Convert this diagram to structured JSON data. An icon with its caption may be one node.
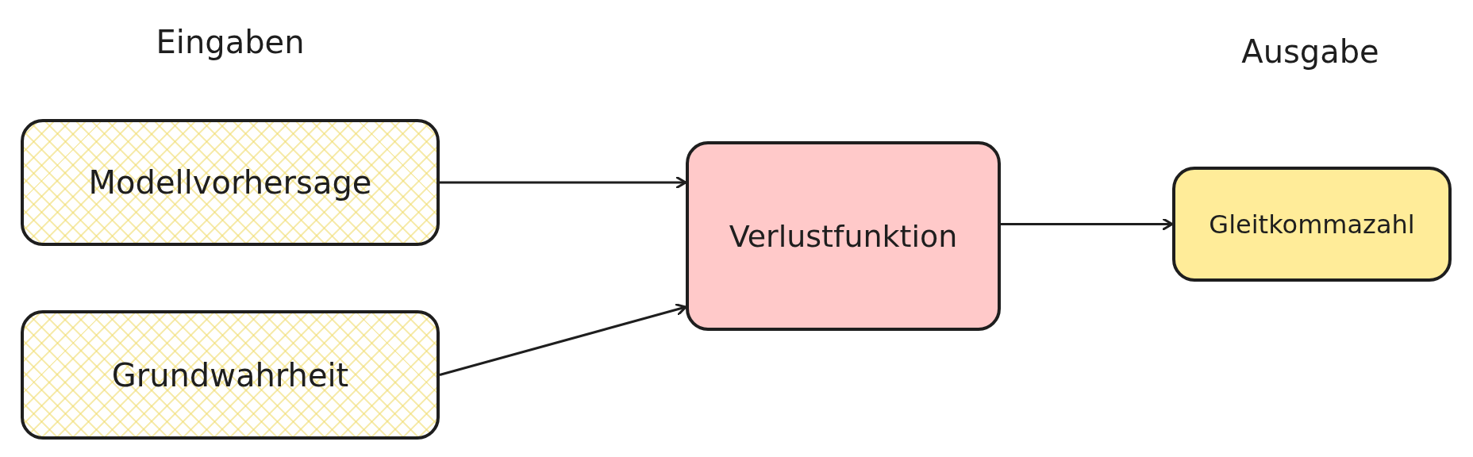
{
  "diagram": {
    "nodes": [
      {
        "text": [
          "Modellvorhersage"
        ]
      },
      {
        "text": [
          "Grundwahrheit"
        ]
      },
      {
        "text": [
          "Verlustfunktion"
        ]
      },
      {
        "text": [
          "Gleitkommazahl"
        ]
      }
    ],
    "edges": [
      {
        "from": 0,
        "to": 2,
        "arrow": "to"
      },
      {
        "from": 1,
        "to": 2,
        "arrow": "to"
      },
      {
        "from": 2,
        "to": 3,
        "arrow": "to"
      }
    ],
    "labels": [
      "Eingaben",
      "Ausgabe"
    ]
  }
}
